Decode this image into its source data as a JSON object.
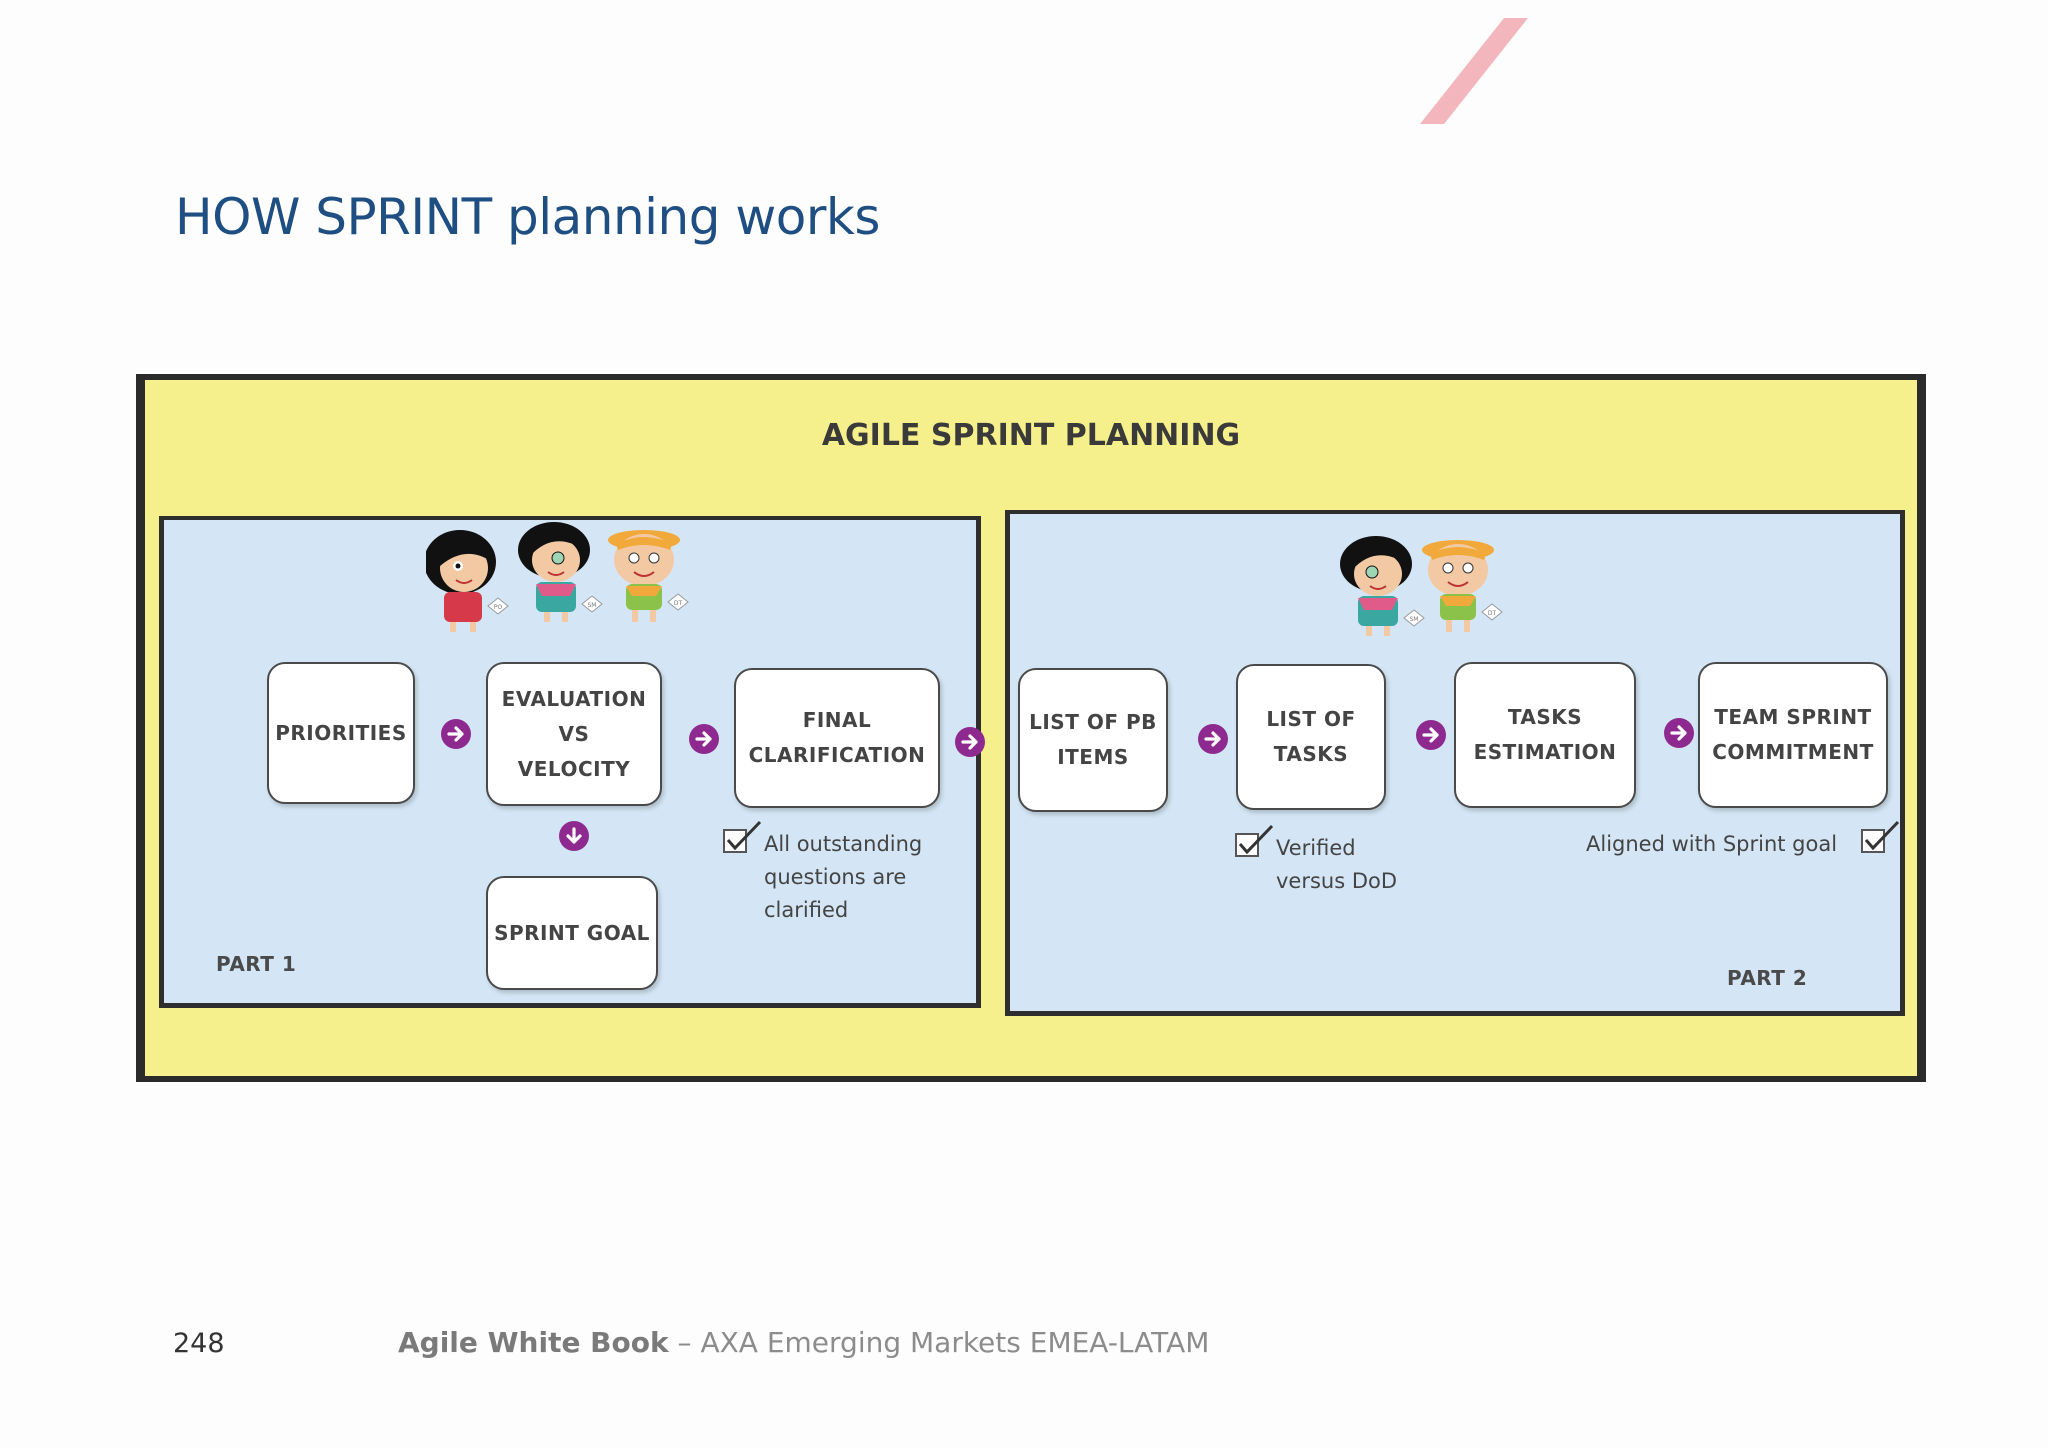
{
  "page_title": "HOW SPRINT planning works",
  "diagram": {
    "title": "AGILE SPRINT PLANNING",
    "part1": {
      "label": "PART 1",
      "boxes": {
        "priorities": [
          "PRIORITIES"
        ],
        "evaluation": [
          "EVALUATION",
          "VS",
          "VELOCITY"
        ],
        "final": [
          "FINAL",
          "CLARIFICATION"
        ],
        "sprint_goal": [
          "SPRINT GOAL"
        ]
      },
      "note": [
        "All outstanding",
        "questions are",
        "clarified"
      ]
    },
    "part2": {
      "label": "PART 2",
      "boxes": {
        "pb_items": [
          "LIST OF PB",
          "ITEMS"
        ],
        "tasks": [
          "LIST OF",
          "TASKS"
        ],
        "estimation": [
          "TASKS",
          "ESTIMATION"
        ],
        "commitment": [
          "TEAM SPRINT",
          "COMMITMENT"
        ]
      },
      "note_verified": [
        "Verified",
        "versus DoD"
      ],
      "note_aligned": "Aligned with Sprint goal"
    },
    "badges": {
      "po": "PO",
      "sm": "SM",
      "dt": "DT"
    }
  },
  "footer": {
    "page_number": "248",
    "book": "Agile White Book",
    "separator": " – ",
    "org": "AXA Emerging Markets EMEA-LATAM"
  },
  "colors": {
    "title_blue": "#1f4e82",
    "frame_yellow": "#f6f08c",
    "panel_blue": "#d4e6f5",
    "arrow_purple": "#8e2a8f",
    "slash_pink": "#f4b6bd"
  },
  "icons": [
    "arrow-right-icon",
    "arrow-down-icon",
    "checkmark-icon",
    "character-po-icon",
    "character-sm-icon",
    "character-dt-icon",
    "decorative-slash-icon"
  ]
}
